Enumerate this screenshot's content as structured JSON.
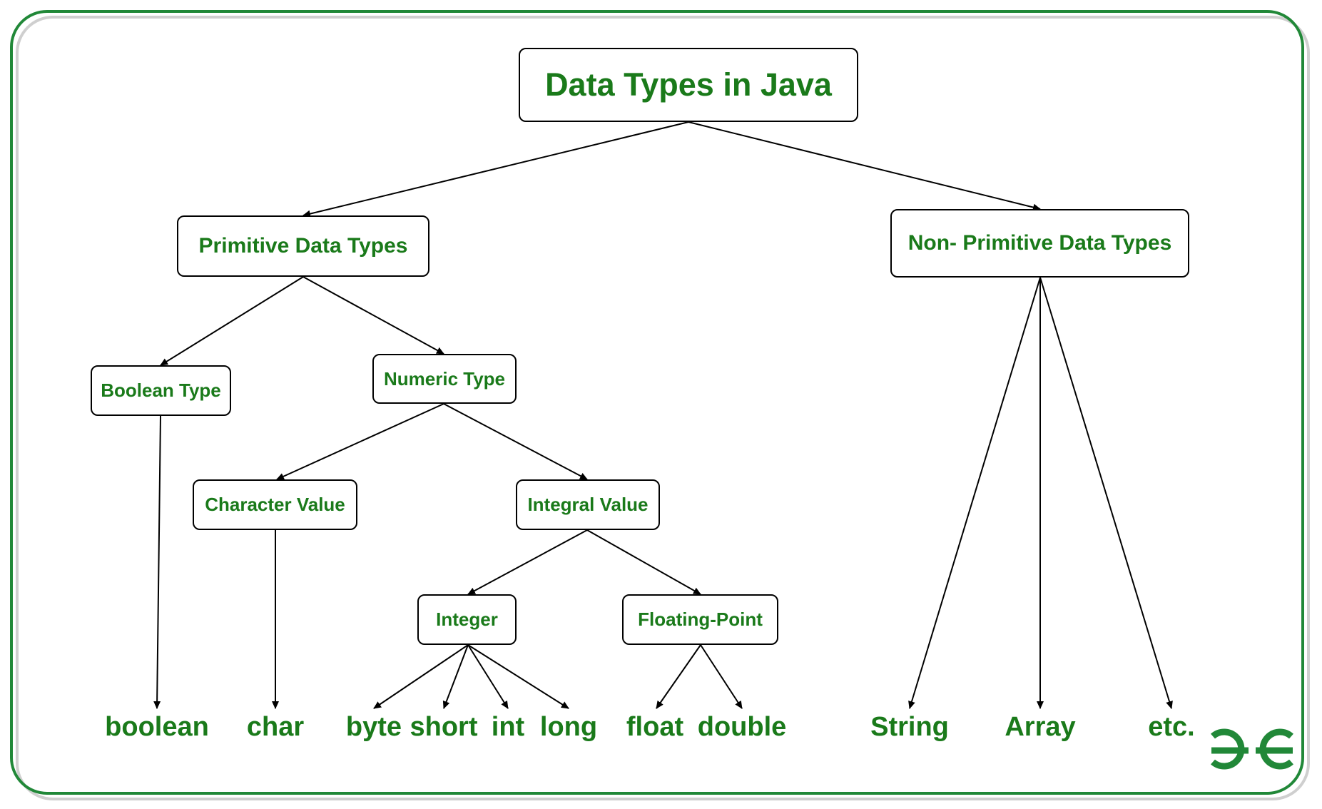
{
  "title": "Data Types in Java",
  "nodes": {
    "primitive": "Primitive Data Types",
    "non_primitive": "Non- Primitive Data Types",
    "boolean_type": "Boolean Type",
    "numeric_type": "Numeric Type",
    "character_value": "Character Value",
    "integral_value": "Integral Value",
    "integer": "Integer",
    "floating_point": "Floating-Point"
  },
  "leaves": {
    "boolean": "boolean",
    "char": "char",
    "byte": "byte",
    "short": "short",
    "int": "int",
    "long": "long",
    "float": "float",
    "double": "double",
    "string": "String",
    "array": "Array",
    "etc": "etc."
  },
  "colors": {
    "text_green": "#1a7a1a",
    "frame_green": "#218838",
    "line": "#000000"
  },
  "logo": {
    "icon": "geeksforgeeks-logo-icon"
  }
}
